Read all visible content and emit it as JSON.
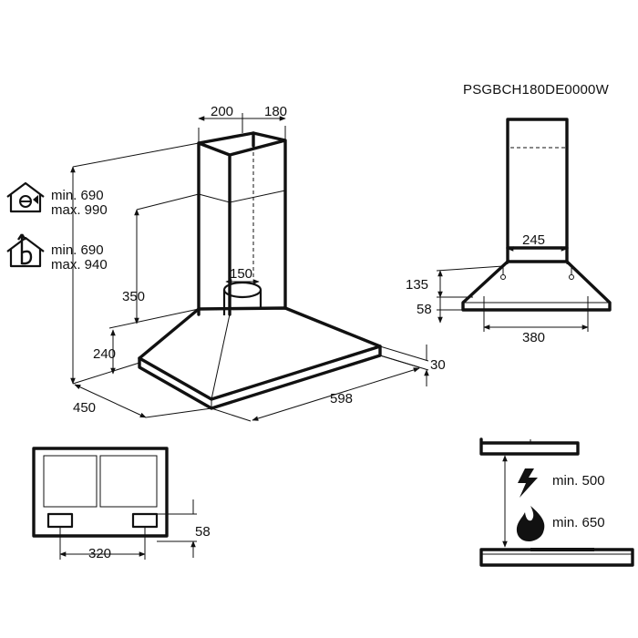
{
  "model": "PSGBCH180DE0000W",
  "main_view": {
    "chimney_width": "200",
    "chimney_depth": "180",
    "vent_diameter": "150",
    "chimney_height": "350",
    "canopy_height": "240",
    "depth": "450",
    "width": "598",
    "edge_thickness": "30",
    "extraction_min": "min. 690",
    "extraction_max": "max. 990",
    "recirculation_min": "min. 690",
    "recirculation_max": "max. 940"
  },
  "side_view": {
    "chimney_base": "245",
    "side_height": "135",
    "lower_height": "58",
    "bottom_width": "380"
  },
  "bottom_view": {
    "spacing": "320",
    "slot_height": "58"
  },
  "clearance": {
    "electric_min": "min. 500",
    "gas_min": "min. 650"
  },
  "icons": [
    "extraction-house-icon",
    "recirculation-house-icon",
    "electric-bolt-icon",
    "gas-flame-icon"
  ],
  "colors": {
    "line": "#111111",
    "background": "#ffffff"
  }
}
